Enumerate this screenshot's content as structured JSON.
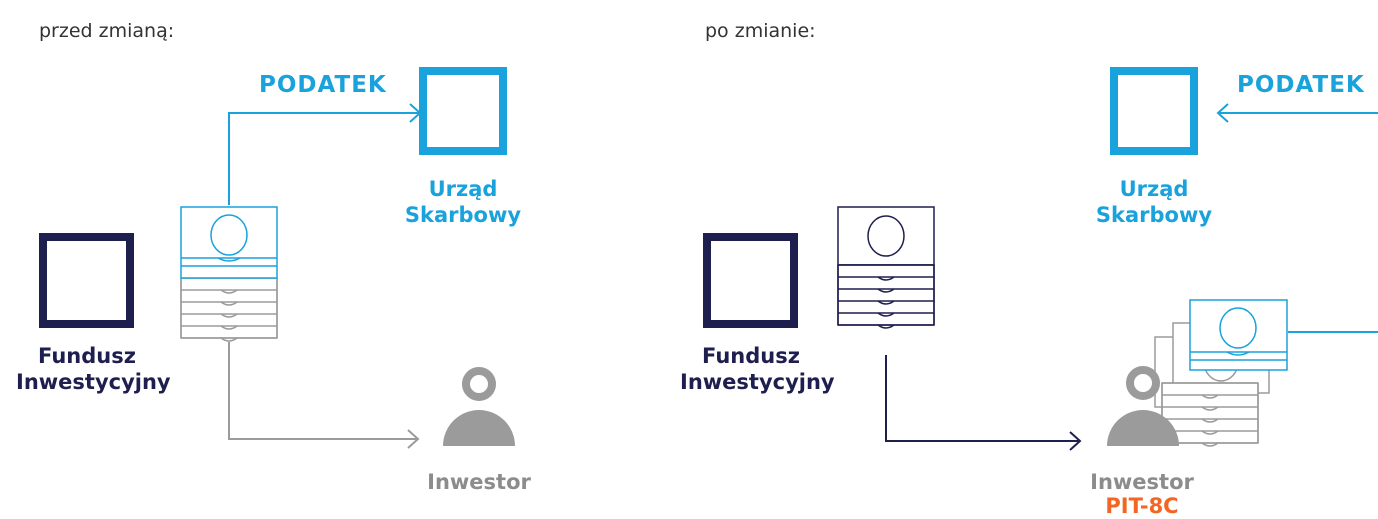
{
  "before": {
    "caption": "przed zmianą:",
    "tax_label": "PODATEK",
    "office_line1": "Urząd",
    "office_line2": "Skarbowy",
    "fund_line1": "Fundusz",
    "fund_line2": "Inwestycyjny",
    "investor_label": "Inwestor"
  },
  "after": {
    "caption": "po zmianie:",
    "tax_label": "PODATEK",
    "office_line1": "Urząd",
    "office_line2": "Skarbowy",
    "fund_line1": "Fundusz",
    "fund_line2": "Inwestycyjny",
    "investor_label": "Inwestor",
    "form_label": "PIT-8C"
  },
  "colors": {
    "navy": "#1e1f4e",
    "blue": "#1aa2dc",
    "gray": "#9b9b9b",
    "orange": "#f26522"
  }
}
